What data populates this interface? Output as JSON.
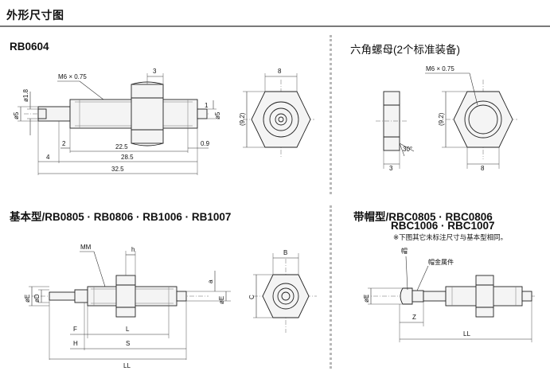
{
  "header": {
    "title": "外形尺寸图"
  },
  "sections": {
    "rb0604": {
      "title": "RB0604",
      "labels": {
        "thread": "M6 × 0.75",
        "d_rod": "ø1.8",
        "d_body": "ø5",
        "w_nut": "3",
        "one": "1",
        "d_right": "ø5",
        "len_2": "2",
        "len_22_5": "22.5",
        "len_0_9": "0.9",
        "len_4": "4",
        "len_28_5": "28.5",
        "len_32_5": "32.5",
        "nut_w": "8",
        "nut_h": "(9.2)"
      }
    },
    "hexnut": {
      "title": "六角螺母(2个标准装备)",
      "labels": {
        "thread": "M6 × 0.75",
        "angle": "30°",
        "thick": "3",
        "w": "8",
        "h": "(9.2)"
      }
    },
    "basic": {
      "title": "基本型/RB0805 · RB0806 · RB1006 · RB1007",
      "labels": {
        "mm": "MM",
        "h": "h",
        "e": "øE",
        "d": "øD",
        "a": "a",
        "e_right": "øE",
        "f": "F",
        "l": "L",
        "h_big": "H",
        "s": "S",
        "ll": "LL",
        "b": "B",
        "c": "C"
      }
    },
    "capped": {
      "title_line1": "带帽型/RBC0805 · RBC0806",
      "title_line2": "RBC1006 · RBC1007",
      "note": "※下图其它未标注尺寸与基本型相同。",
      "labels": {
        "cap": "帽",
        "cap_fitting": "帽金属件",
        "e": "øE",
        "z": "Z",
        "ll": "LL"
      }
    }
  }
}
